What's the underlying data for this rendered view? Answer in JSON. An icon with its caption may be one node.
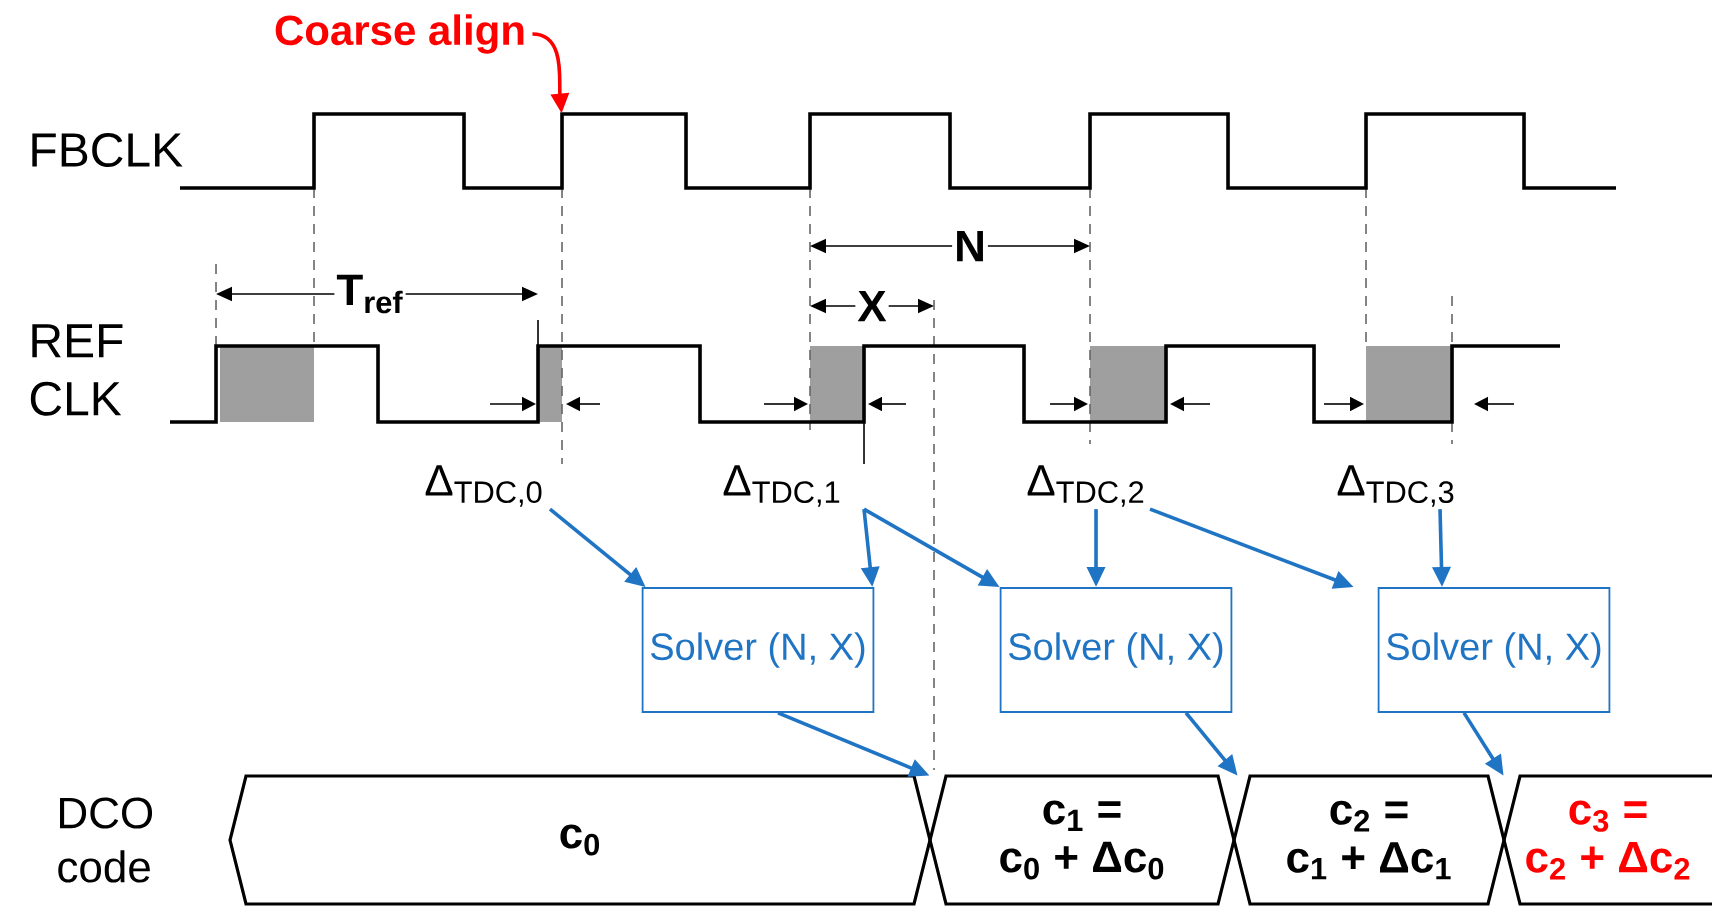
{
  "diagram": {
    "nodes": [
      {
        "text": [
          "Δ$_{TDC,0}$"
        ]
      },
      {
        "text": [
          "Δ$_{TDC,1}$"
        ]
      },
      {
        "text": [
          "Δ$_{TDC,2}$"
        ]
      },
      {
        "text": [
          "Δ$_{TDC,3}$"
        ]
      },
      {
        "text": [
          "Solver (N, X)"
        ]
      },
      {
        "text": [
          "Solver (N, X)"
        ]
      },
      {
        "text": [
          "Solver (N, X)"
        ]
      },
      {
        "text": [
          "c$_{0}$"
        ]
      },
      {
        "text": [
          "c$_{1}$ =",
          "c$_{0}$ + Δc$_{0}$"
        ]
      },
      {
        "text": [
          "c$_{2}$ =",
          "c$_{1}$ + Δc$_{1}$"
        ]
      },
      {
        "text": [
          "c$_{3}$ =",
          "c$_{2}$ + Δc$_{2}$"
        ]
      },
      {
        "text": [
          "Coarse align"
        ]
      },
      {
        "text": [],
        "shape": "waveform"
      }
    ],
    "edges": [
      {
        "from": 0,
        "to": 4,
        "arrow": "to"
      },
      {
        "from": 1,
        "to": 4,
        "arrow": "to"
      },
      {
        "from": 1,
        "to": 5,
        "arrow": "to"
      },
      {
        "from": 2,
        "to": 5,
        "arrow": "to"
      },
      {
        "from": 2,
        "to": 6,
        "arrow": "to"
      },
      {
        "from": 3,
        "to": 6,
        "arrow": "to"
      },
      {
        "from": 4,
        "to": 8,
        "arrow": "to"
      },
      {
        "from": 5,
        "to": 9,
        "arrow": "to"
      },
      {
        "from": 6,
        "to": 10,
        "arrow": "to"
      },
      {
        "from": 11,
        "to": 12,
        "arrow": "to",
        "color": "#ff0000"
      }
    ],
    "labels": [
      "FBCLK",
      "REF CLK",
      "T$_{ref}$",
      "N",
      "X",
      "DCO code"
    ]
  }
}
